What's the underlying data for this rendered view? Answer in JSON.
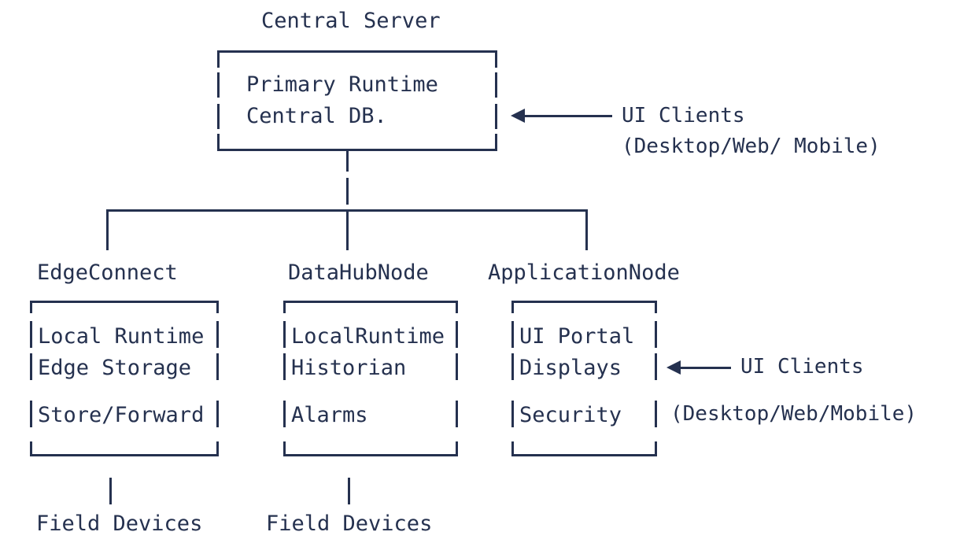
{
  "diagram": {
    "title": "Central Server",
    "ink_color": "#25314f",
    "background_color": "#ffffff",
    "central_box": {
      "lines": [
        "Primary Runtime",
        "Central DB."
      ]
    },
    "central_annotation": {
      "arrow": "left-arrow",
      "line1": "UI Clients",
      "line2": "(Desktop/Web/ Mobile)"
    },
    "nodes": [
      {
        "label": "EdgeConnect",
        "lines": [
          "Local Runtime",
          "Edge Storage",
          "",
          "Store/Forward"
        ],
        "leaf": "Field Devices"
      },
      {
        "label": "DataHubNode",
        "lines": [
          "LocalRuntime",
          "Historian",
          "",
          "Alarms"
        ],
        "leaf": "Field Devices"
      },
      {
        "label": "ApplicationNode",
        "lines": [
          "UI Portal",
          "Displays",
          "",
          "Security"
        ],
        "leaf": ""
      }
    ],
    "node_annotation": {
      "arrow": "left-arrow",
      "line1": "UI Clients",
      "line2": "(Desktop/Web/Mobile)"
    }
  }
}
